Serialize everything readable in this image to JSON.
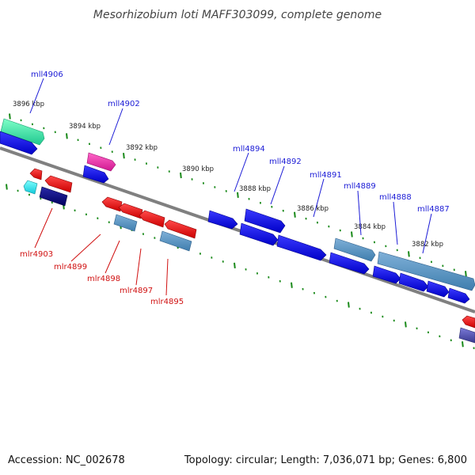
{
  "title": "Mesorhizobium loti MAFF303099, complete genome",
  "footer": {
    "accession": "Accession: NC_002678",
    "topology": "Topology: circular; Length: 7,036,071 bp; Genes: 6,800"
  },
  "upper_scale_labels": [
    "3896 kbp",
    "3894 kbp",
    "3892 kbp",
    "3890 kbp",
    "3888 kbp",
    "3886 kbp",
    "3884 kbp",
    "3882 kbp"
  ],
  "upper_gene_labels": [
    "mll4906",
    "mll4902",
    "mll4894",
    "mll4892",
    "mll4891",
    "mll4889",
    "mll4888",
    "mll4887"
  ],
  "lower_gene_labels": [
    "mlr4903",
    "mlr4899",
    "mlr4898",
    "mlr4897",
    "mlr4895"
  ],
  "colors": {
    "forward_gene_label": "#1b1bd6",
    "reverse_gene_label": "#d01010",
    "backbone": "#808080",
    "tick": "#1a8a1a"
  }
}
